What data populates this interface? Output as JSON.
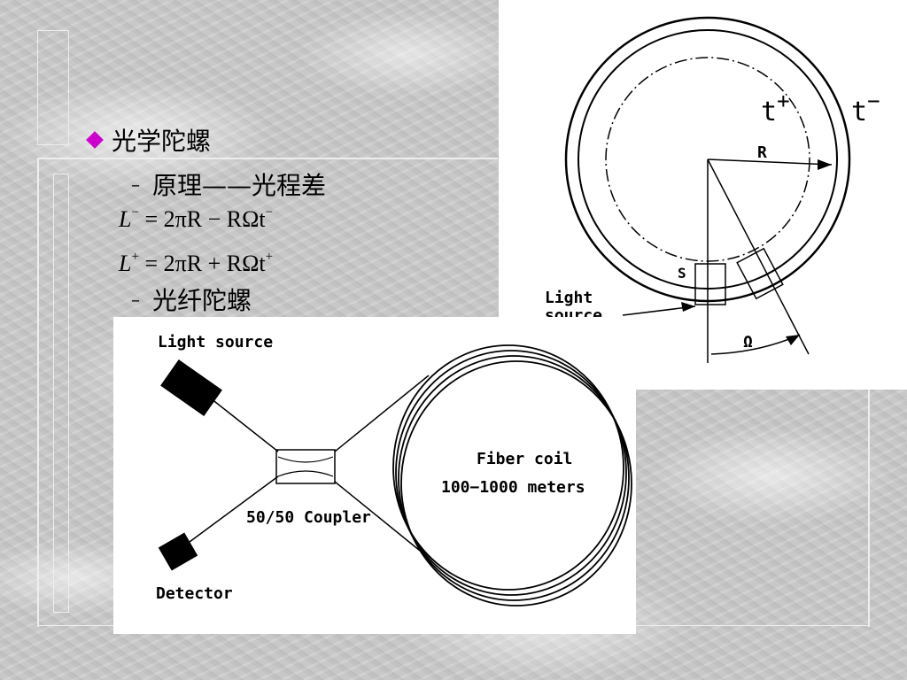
{
  "slide": {
    "heading": "光学陀螺",
    "sub1": "原理——光程差",
    "formula1": {
      "lhs": "L",
      "lhs_sup": "−",
      "rhs_a": "= 2πR − RΩt",
      "rhs_sup": "−"
    },
    "formula2": {
      "lhs": "L",
      "lhs_sup": "+",
      "rhs_a": "= 2πR + RΩt",
      "rhs_sup": "+"
    },
    "sub2": "光纤陀螺"
  },
  "ring_figure": {
    "t_plus": "t",
    "t_plus_sup": "+",
    "t_minus": "t",
    "t_minus_sup": "−",
    "radius_label": "R",
    "s_label": "S",
    "light_source_line1": "Light",
    "light_source_line2": "source",
    "omega_label": "Ω"
  },
  "coil_figure": {
    "light_source": "Light source",
    "detector": "Detector",
    "coupler": "50/50 Coupler",
    "coil_line1": "Fiber coil",
    "coil_line2": "100−1000 meters"
  },
  "colors": {
    "bullet": "#cc00cc",
    "ink": "#000000"
  }
}
